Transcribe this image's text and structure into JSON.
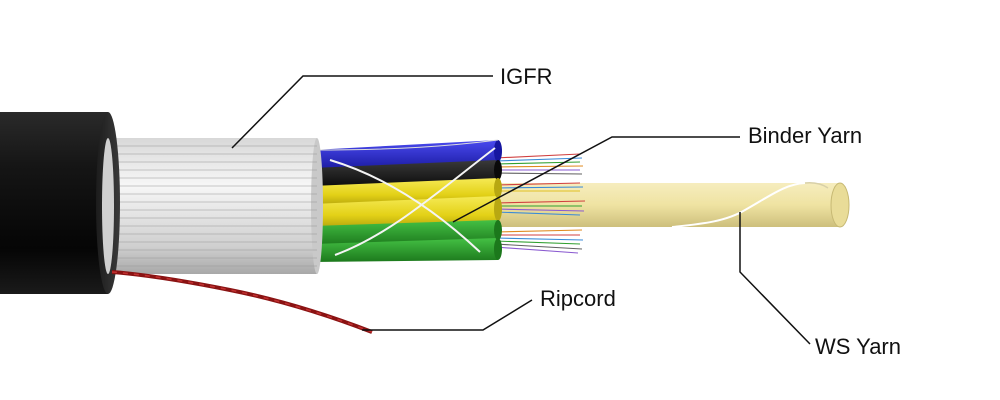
{
  "labels": {
    "igfr": "IGFR",
    "binder_yarn": "Binder Yarn",
    "ripcord": "Ripcord",
    "ws_yarn": "WS Yarn"
  },
  "colors": {
    "jacket": "#0c0c0c",
    "igfr_wrap": "#e6e6e6",
    "tube_blue": "#2323c8",
    "tube_black": "#141414",
    "tube_yellow": "#e6d61a",
    "tube_green": "#2aa02a",
    "central_member": "#efe3a2",
    "ripcord": "#8a1313",
    "leader_line": "#111111"
  }
}
